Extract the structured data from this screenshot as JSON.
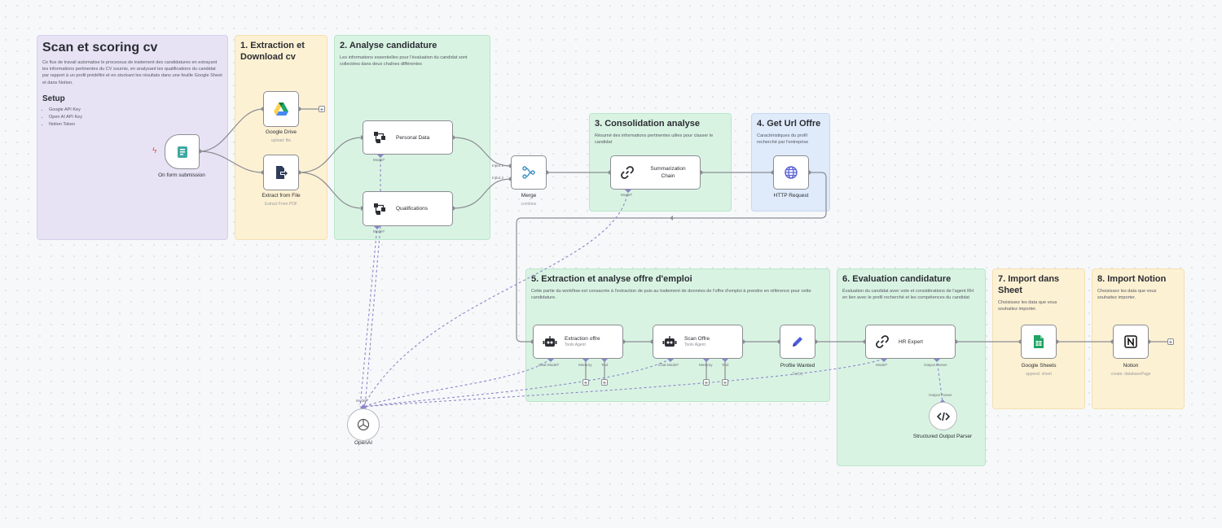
{
  "notes": {
    "main": {
      "title": "Scan et scoring cv",
      "description": "Ce flux de travail automatise le processus de traitement des candidatures en extrayant les informations pertinentes du CV soumis, en analysant les qualifications du candidat par rapport à un profil prédéfini et en stockant les résultats dans une feuille Google Sheet et dans Notion.",
      "setup_title": "Setup",
      "setup_items": [
        "Google API Key",
        "Open AI API Key",
        "Notion Token"
      ]
    },
    "extraction": {
      "title": "1. Extraction et Download cv"
    },
    "analyse": {
      "title": "2. Analyse candidature",
      "description": "Les informations essentielles pour l'évaluation du candidat sont collectées dans deux chaînes différentes"
    },
    "consolidation": {
      "title": "3. Consolidation analyse",
      "description": "Résumé des informations pertinentes utiles pour classer le candidat"
    },
    "get_url": {
      "title": "4. Get Url Offre",
      "description": "Caractéristiques du profil recherché par l'entreprise"
    },
    "offre": {
      "title": "5. Extraction et analyse offre d'emploi",
      "description": "Cette partie du workflow est consacrée à l'extraction de puis au traitement de données de l'offre d'emploi à prendre en référence pour cette candidature."
    },
    "evaluation": {
      "title": "6. Evaluation candidature",
      "description": "Évaluation du candidat avec vote et considérations de l'agent RH en lien avec le profil recherché et les compétences du candidat"
    },
    "sheet": {
      "title": "7. Import dans Sheet",
      "description": "Choisissez les data que vous souhaitez importer."
    },
    "notion": {
      "title": "8. Import Notion",
      "description": "Choisissez les data que vous souhaitez importer."
    }
  },
  "nodes": {
    "trigger": {
      "label": "On form submission",
      "icon": "form-icon"
    },
    "google_drive": {
      "label": "Google Drive",
      "sub": "upload: file",
      "icon": "google-drive-icon"
    },
    "extract_file": {
      "label": "Extract from File",
      "sub": "Extract From PDF",
      "icon": "file-export-icon"
    },
    "personal_data": {
      "label": "Personal Data",
      "icon": "information-extractor-icon"
    },
    "qualifications": {
      "label": "Qualifications",
      "icon": "information-extractor-icon"
    },
    "merge": {
      "label": "Merge",
      "sub": "combine",
      "input1": "Input 1",
      "input2": "Input 2",
      "icon": "merge-icon"
    },
    "summarization": {
      "label": "Summarization Chain",
      "icon": "chain-link-icon"
    },
    "http": {
      "label": "HTTP Request",
      "icon": "globe-icon"
    },
    "extraction_offre": {
      "label": "Extraction offre",
      "sub": "Tools Agent",
      "icon": "robot-icon"
    },
    "scan_offre": {
      "label": "Scan Offre",
      "sub": "Tools Agent",
      "icon": "robot-icon"
    },
    "profile_wanted": {
      "label": "Profile Wanted",
      "sub": "Set(x)",
      "icon": "pencil-icon"
    },
    "hr_expert": {
      "label": "HR Expert",
      "icon": "chain-link-icon"
    },
    "google_sheets": {
      "label": "Google Sheets",
      "sub": "append: sheet",
      "icon": "google-sheets-icon"
    },
    "notion": {
      "label": "Notion",
      "sub": "create: databasePage",
      "icon": "notion-icon"
    },
    "openai": {
      "label": "OpenAI",
      "icon": "openai-icon"
    },
    "parser": {
      "label": "Structured Output Parser",
      "icon": "code-icon"
    }
  },
  "ports": {
    "model": "Model*",
    "chat_model": "Chat Model*",
    "memory": "Memory",
    "tool": "Tool",
    "output_parser": "Output Parser"
  },
  "colors": {
    "purple_note": "#e7e3f4",
    "yellow_note": "#fdf1d3",
    "green_note": "#d9f3e3",
    "blue_note": "#dfeafa",
    "wire": "#8b8d94",
    "ai_wire": "#8a86c9",
    "trigger_bolt": "#e8554e"
  }
}
